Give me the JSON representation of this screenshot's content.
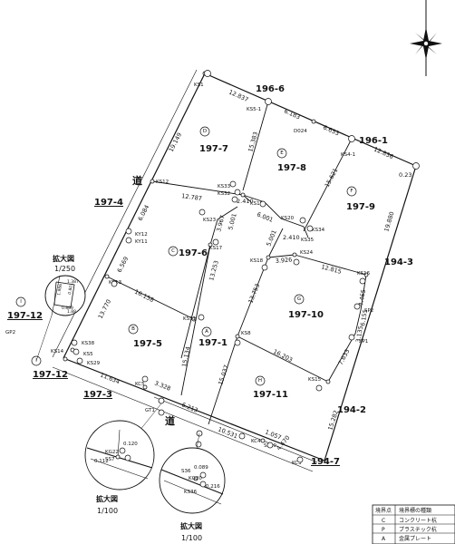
{
  "north_arrow": {
    "icon": "north-arrow-icon"
  },
  "parcels": {
    "p196_6": "196-6",
    "p196_1": "196-1",
    "p197_7": "197-7",
    "p197_8": "197-8",
    "p197_9": "197-9",
    "p197_6": "197-6",
    "p197_4": "197-4",
    "p197_5": "197-5",
    "p197_1": "197-1",
    "p197_10": "197-10",
    "p197_11": "197-11",
    "p197_12a": "197-12",
    "p197_12b": "197-12",
    "p197_3": "197-3",
    "p194_3": "194-3",
    "p194_2": "194-2",
    "p194_7": "194-7"
  },
  "parcel_marks": {
    "D": "D",
    "E": "E",
    "F": "F",
    "C": "C",
    "B": "B",
    "A": "A",
    "G": "G",
    "H": "H",
    "I1": "I",
    "I2": "I"
  },
  "roads": {
    "r1": "道",
    "r2": "道"
  },
  "distances": {
    "d12837": "12.837",
    "d6183": "6.183",
    "d6653": "6.653",
    "d12836": "12.836",
    "d023": "0.23",
    "d19149": "19.149",
    "d15383": "15.383",
    "d15621": "15.621",
    "d19880": "19.880",
    "d12787": "12.787",
    "d2410a": "2.410",
    "d6001": "6.001",
    "d2410b": "2.410",
    "d6084": "6.084",
    "d3967": "3.967",
    "d5001a": "5.001",
    "d5001b": "5.001",
    "d3926": "3.926",
    "d12815": "12.815",
    "d6569": "6.569",
    "d13253": "13.253",
    "d13753": "13.753",
    "d4465": "4.465",
    "d16158": "16.158",
    "d13770": "13.770",
    "d6155": "6.155",
    "d3135": "3.135",
    "d15134": "15.134",
    "d16203": "16.203",
    "d7633": "7.633",
    "d11634": "11.634",
    "d15037": "15.037",
    "d3328": "3.328",
    "d6213": "6.213",
    "d15282": "15.282",
    "d10531": "10.531",
    "d1057": "1.057",
    "d4470": "4.470"
  },
  "points": {
    "KS1": "KS1",
    "KS5_1": "KS5-1",
    "D024": "D024",
    "KS4_1": "KS4-1",
    "KS12": "KS12",
    "KS33": "KS33",
    "KS32": "KS32",
    "KS19": "KS19",
    "KS20": "KS20",
    "KS34": "KS34",
    "KS23": "KS23",
    "KS35": "KS35",
    "KS17": "KS17",
    "KS24": "KS24",
    "KY12": "KY12",
    "KY11": "KY11",
    "KS18": "KS18",
    "KS13": "KS13",
    "KS16": "KS16",
    "SP2": "SP2",
    "SP1": "SP1",
    "KS11": "KS11",
    "KS8": "KS8",
    "KS38": "KS38",
    "KS5": "KS5",
    "KS29": "KS29",
    "KS14": "KS14",
    "KS15": "KS15",
    "KC5": "KC5",
    "GT1": "GT1",
    "KC4": "KC4",
    "SS10": "SS10",
    "KC3": "KC3",
    "GP2": "GP2"
  },
  "inset1": {
    "title": "拡大図",
    "scale": "1/250",
    "v1": "1.986",
    "v2": "1.387",
    "v3": "0.801",
    "v4": "0.889",
    "v5": "1.88"
  },
  "inset2": {
    "title": "拡大図",
    "scale": "1/100",
    "KG22": "KG22",
    "SS7": "SS7",
    "v1": "0.120",
    "v2": "0.112"
  },
  "inset3": {
    "title": "拡大図",
    "scale": "1/100",
    "S36": "S36",
    "KG20": "KG20",
    "KS36": "KS36",
    "v1": "0.089",
    "v2": "0.216"
  },
  "legend": {
    "header_point": "境界点",
    "header_kind": "境界標の種類",
    "rows": [
      {
        "code": "C",
        "kind": "コンクリート杭"
      },
      {
        "code": "P",
        "kind": "プラスチック杭"
      },
      {
        "code": "A",
        "kind": "金属プレート"
      }
    ]
  }
}
